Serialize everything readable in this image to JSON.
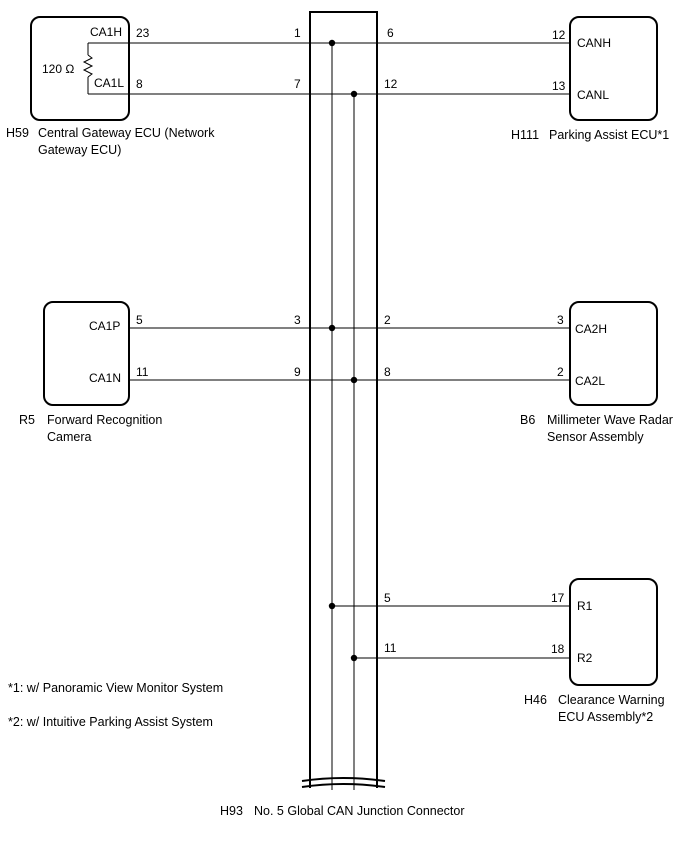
{
  "junction": {
    "code": "H93",
    "name": "No. 5 Global CAN Junction Connector",
    "pins_left": [
      "1",
      "7",
      "3",
      "9"
    ],
    "pins_right": [
      "6",
      "12",
      "2",
      "8",
      "5",
      "11"
    ]
  },
  "components": {
    "gateway": {
      "code": "H59",
      "name_line1": "Central Gateway ECU (Network",
      "name_line2": "Gateway ECU)",
      "resistor_label": "120 Ω",
      "terminals": [
        {
          "label": "CA1H",
          "pin": "23"
        },
        {
          "label": "CA1L",
          "pin": "8"
        }
      ]
    },
    "parking_assist": {
      "code": "H111",
      "name": "Parking Assist ECU*1",
      "terminals": [
        {
          "label": "CANH",
          "pin": "12"
        },
        {
          "label": "CANL",
          "pin": "13"
        }
      ]
    },
    "camera": {
      "code": "R5",
      "name_line1": "Forward Recognition",
      "name_line2": "Camera",
      "terminals": [
        {
          "label": "CA1P",
          "pin": "5"
        },
        {
          "label": "CA1N",
          "pin": "11"
        }
      ]
    },
    "radar": {
      "code": "B6",
      "name_line1": "Millimeter Wave Radar",
      "name_line2": "Sensor Assembly",
      "terminals": [
        {
          "label": "CA2H",
          "pin": "3"
        },
        {
          "label": "CA2L",
          "pin": "2"
        }
      ]
    },
    "clearance": {
      "code": "H46",
      "name_line1": "Clearance Warning",
      "name_line2": "ECU Assembly*2",
      "terminals": [
        {
          "label": "R1",
          "pin": "17"
        },
        {
          "label": "R2",
          "pin": "18"
        }
      ]
    }
  },
  "notes": [
    "*1: w/ Panoramic View Monitor System",
    "*2: w/ Intuitive Parking Assist System"
  ]
}
